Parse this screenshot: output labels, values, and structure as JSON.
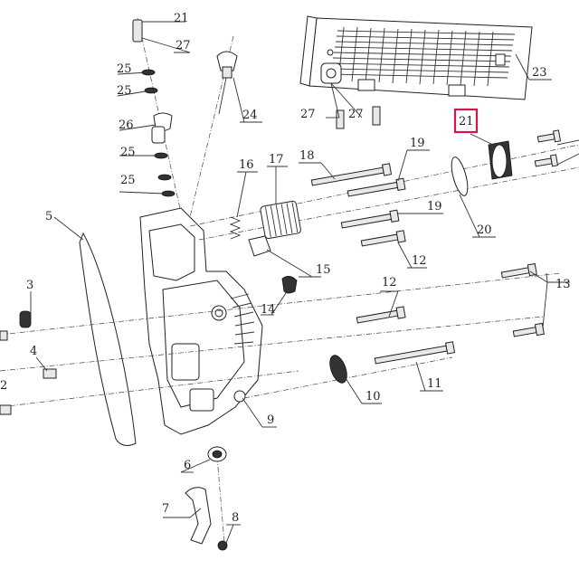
{
  "diagram": {
    "highlight_color": "#d3174a",
    "highlighted_callout": "21",
    "callouts": {
      "c21a": "21",
      "c27a": "27",
      "c25a": "25",
      "c25b": "25",
      "c26": "26",
      "c25c": "25",
      "c25d": "25",
      "c24": "24",
      "c27b": "27",
      "c27c": "27",
      "c23": "23",
      "c21": "21",
      "c18": "18",
      "c19a": "19",
      "c16": "16",
      "c17": "17",
      "c19b": "19",
      "c20": "20",
      "c5": "5",
      "c15": "15",
      "c12a": "12",
      "c3": "3",
      "c14": "14",
      "c12b": "12",
      "c13": "13",
      "c4": "4",
      "c2": "2",
      "c11": "11",
      "c10": "10",
      "c9": "9",
      "c6": "6",
      "c7": "7",
      "c8": "8"
    }
  }
}
